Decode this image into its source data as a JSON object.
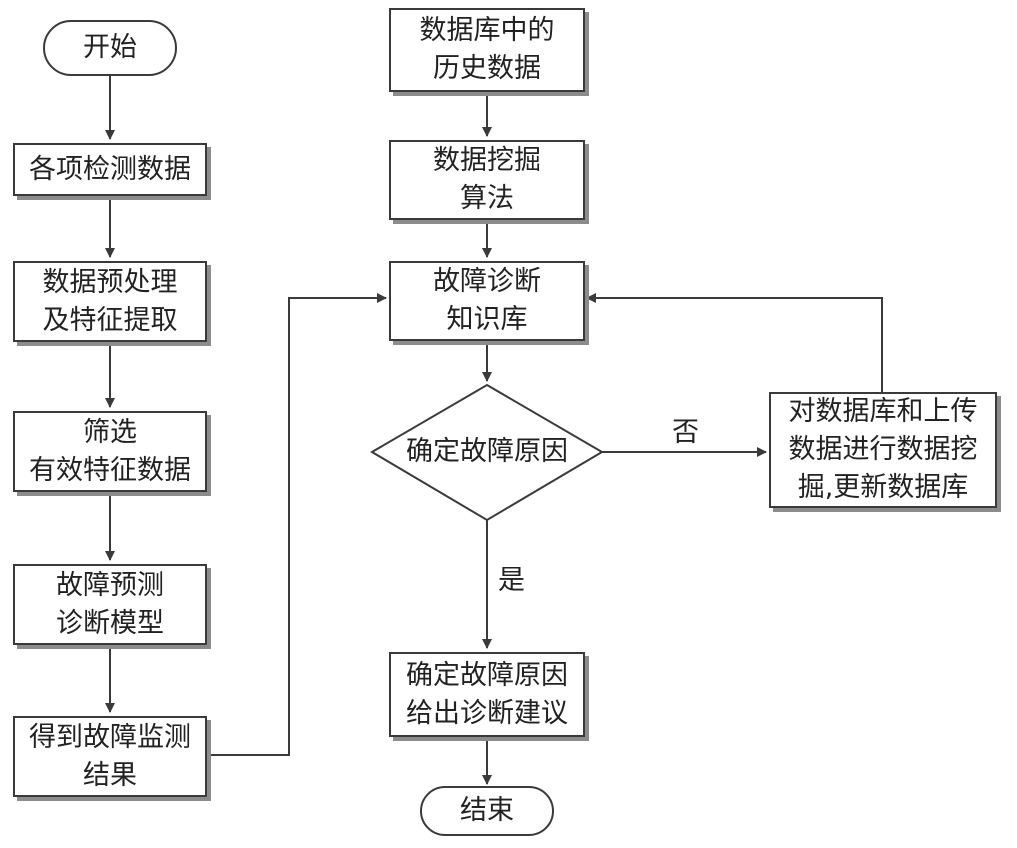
{
  "diagram": {
    "nodes": {
      "start": [
        "开始"
      ],
      "collect": [
        "各项检测数据"
      ],
      "preprocess": [
        "数据预处理",
        "及特征提取"
      ],
      "filter": [
        "筛选",
        "有效特征数据"
      ],
      "model": [
        "故障预测",
        "诊断模型"
      ],
      "result": [
        "得到故障监测",
        "结果"
      ],
      "history": [
        "数据库中的",
        "历史数据"
      ],
      "mining": [
        "数据挖掘",
        "算法"
      ],
      "knowledge": [
        "故障诊断",
        "知识库"
      ],
      "decision": [
        "确定故障原因"
      ],
      "update": [
        "对数据库和上传",
        "数据进行数据挖",
        "掘,更新数据库"
      ],
      "advice": [
        "确定故障原因",
        "给出诊断建议"
      ],
      "end": [
        "结束"
      ]
    },
    "edge_labels": {
      "no": "否",
      "yes": "是"
    }
  },
  "colors": {
    "stroke": "#3a3a3a",
    "shadow": "#8c8c8c",
    "text": "#222222"
  }
}
